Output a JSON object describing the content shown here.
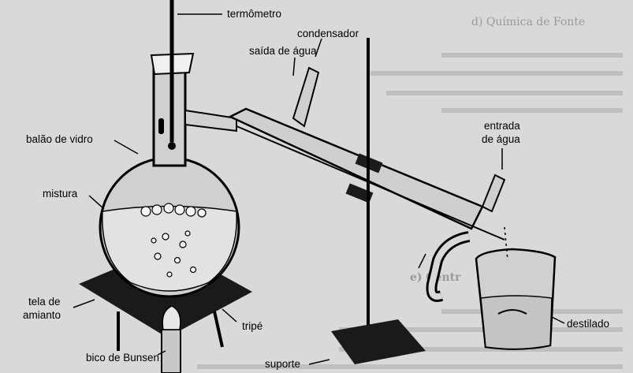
{
  "labels": {
    "thermometer": "termômetro",
    "water_outlet": "saída de água",
    "condenser": "condensador",
    "glass_flask": "balão de vidro",
    "mixture": "mistura",
    "water_inlet_line1": "entrada",
    "water_inlet_line2": "de água",
    "asbestos_screen_line1": "tela de",
    "asbestos_screen_line2": "amianto",
    "tripod": "tripé",
    "bunsen_burner": "bico de Bunsen",
    "support_stand": "suporte",
    "distillate": "destilado"
  },
  "background_text": {
    "heading": "d) Química de Fonte",
    "section": "e) Centr"
  }
}
